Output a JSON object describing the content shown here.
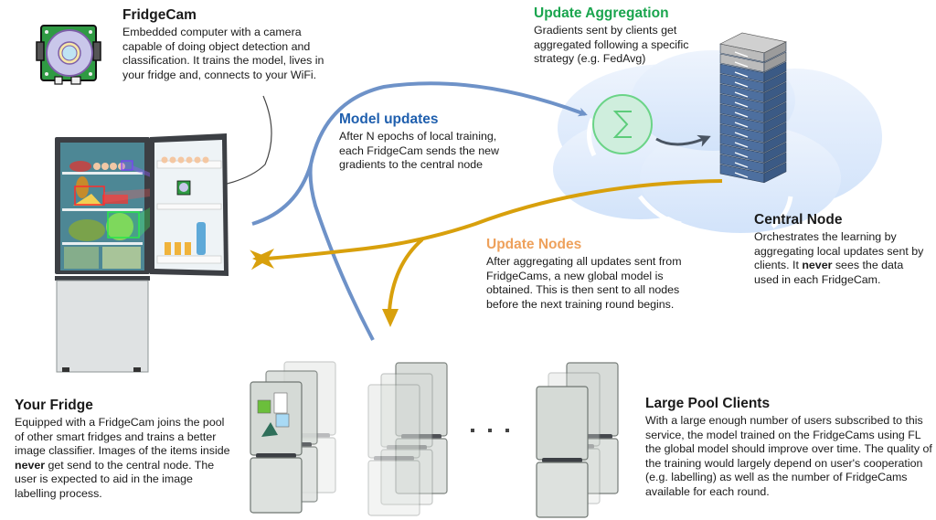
{
  "colors": {
    "model_updates_arrow": "#6e92c8",
    "update_nodes_arrow": "#d8a00c",
    "aggregation_green": "#1aa54e",
    "model_updates_blue": "#1f5fae",
    "update_nodes_orange": "#eea15c",
    "cloud": "#dbe8fb",
    "server_blue": "#4d6f9f",
    "server_grey": "#bcbcbc"
  },
  "fridgecam": {
    "title": "FridgeCam",
    "body": "Embedded computer with a camera capable of doing object detection and classification. It trains the model, lives in your fridge and, connects to your WiFi.",
    "icon": "camera-board-icon"
  },
  "update_aggregation": {
    "title": "Update Aggregation",
    "body": "Gradients sent by clients get aggregated following a specific strategy (e.g. FedAvg)",
    "symbol": "Σ"
  },
  "model_updates": {
    "title": "Model updates",
    "body": "After N epochs of local training, each FridgeCam sends the new gradients to the central node"
  },
  "central_node": {
    "title": "Central Node",
    "body_before": "Orchestrates the learning by aggregating local updates sent by clients. It ",
    "body_bold": "never",
    "body_after": " sees the data used in each FridgeCam.",
    "icon": "server-rack-icon"
  },
  "update_nodes": {
    "title": "Update Nodes",
    "body": "After aggregating all updates sent from FridgeCams, a new global model is obtained. This is then sent to all nodes before the next training round begins."
  },
  "your_fridge": {
    "title": "Your Fridge",
    "body_before": "Equipped with a FridgeCam joins the pool of other smart fridges and trains a better image classifier. Images of the items inside ",
    "body_bold": "never",
    "body_after": " get send to the central node. The user is expected to aid in the image labelling process.",
    "icon": "open-fridge-icon"
  },
  "large_pool": {
    "title": "Large Pool Clients",
    "body": "With a large enough number of users subscribed to this service, the model trained on the FridgeCams using FL the global model should improve over time. The quality of the training would largely depend on user's cooperation (e.g. labelling) as well as the number of FridgeCams available for each round.",
    "ellipsis": "· · ·",
    "groups": [
      "fridge-group-1",
      "fridge-group-2",
      "fridge-group-3"
    ]
  }
}
